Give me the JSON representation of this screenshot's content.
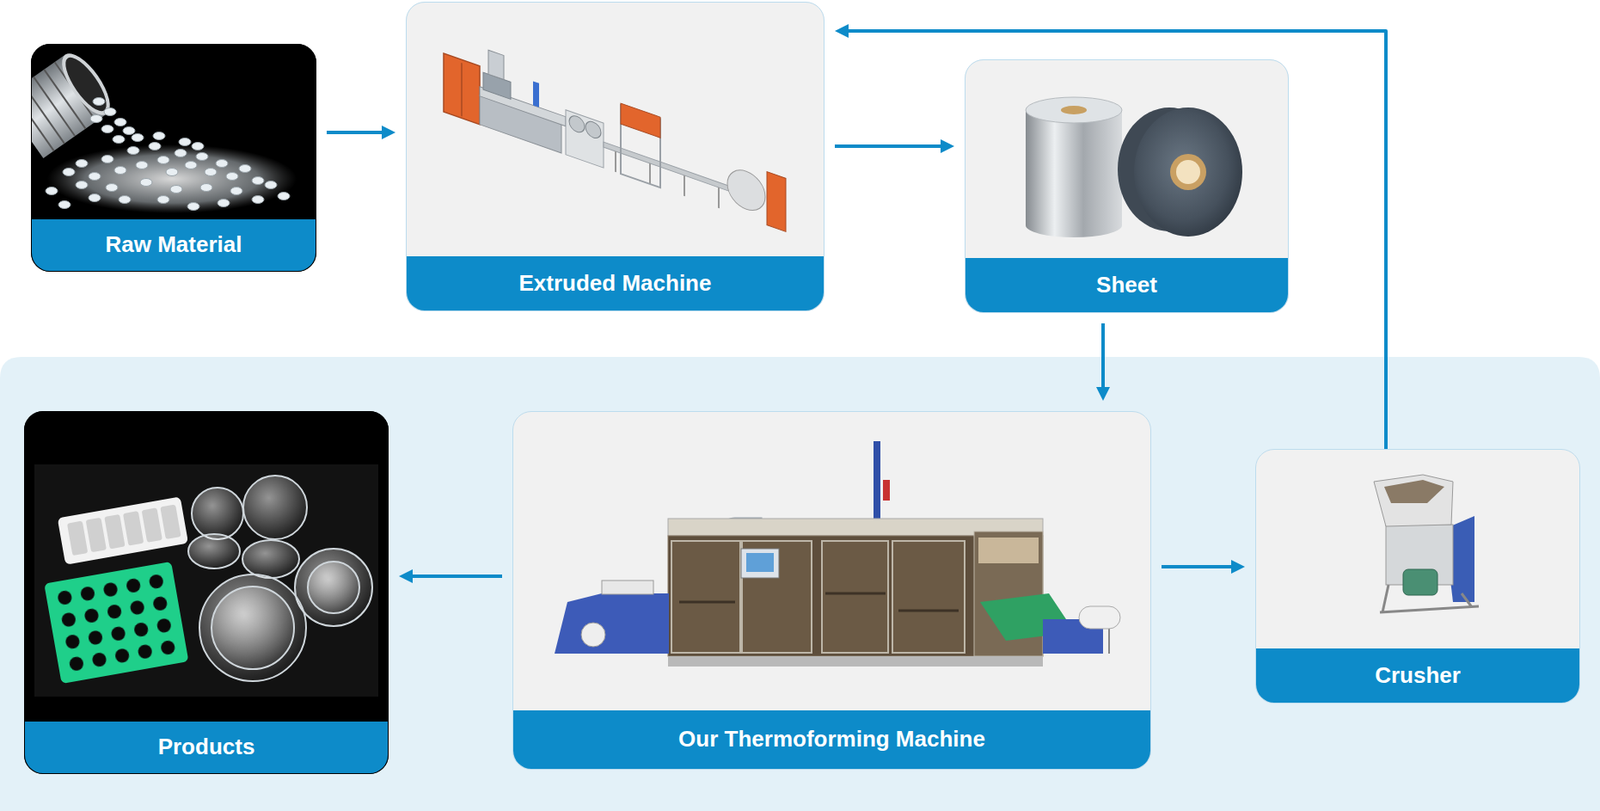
{
  "diagram": {
    "nodes": [
      {
        "text": [
          "Raw Material"
        ]
      },
      {
        "text": [
          "Extruded Machine"
        ]
      },
      {
        "text": [
          "Sheet"
        ]
      },
      {
        "text": [
          "Products"
        ]
      },
      {
        "text": [
          "Our Thermoforming Machine"
        ]
      },
      {
        "text": [
          "Crusher"
        ]
      }
    ],
    "edges": [
      {
        "from": 0,
        "to": 1,
        "arrow": "to"
      },
      {
        "from": 1,
        "to": 2,
        "arrow": "to"
      },
      {
        "from": 2,
        "to": 4,
        "arrow": "to"
      },
      {
        "from": 4,
        "to": 3,
        "arrow": "to"
      },
      {
        "from": 4,
        "to": 5,
        "arrow": "to"
      },
      {
        "from": 5,
        "to": 1,
        "arrow": "to"
      }
    ]
  }
}
